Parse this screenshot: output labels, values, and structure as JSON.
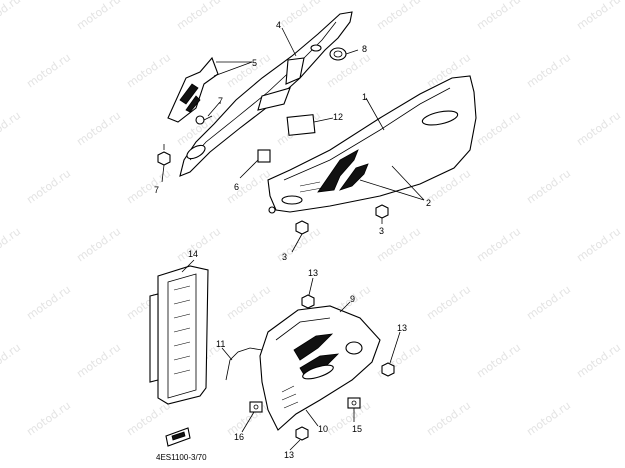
{
  "watermark": "motod.ru",
  "diagram_code": "4ES1100-3/70",
  "callouts": {
    "c1": "1",
    "c2": "2",
    "c3a": "3",
    "c3b": "3",
    "c4": "4",
    "c5": "5",
    "c6": "6",
    "c7a": "7",
    "c7b": "7",
    "c8": "8",
    "c9": "9",
    "c10": "10",
    "c11": "11",
    "c12": "12",
    "c13a": "13",
    "c13b": "13",
    "c13c": "13",
    "c14": "14",
    "c15": "15",
    "c16": "16"
  }
}
